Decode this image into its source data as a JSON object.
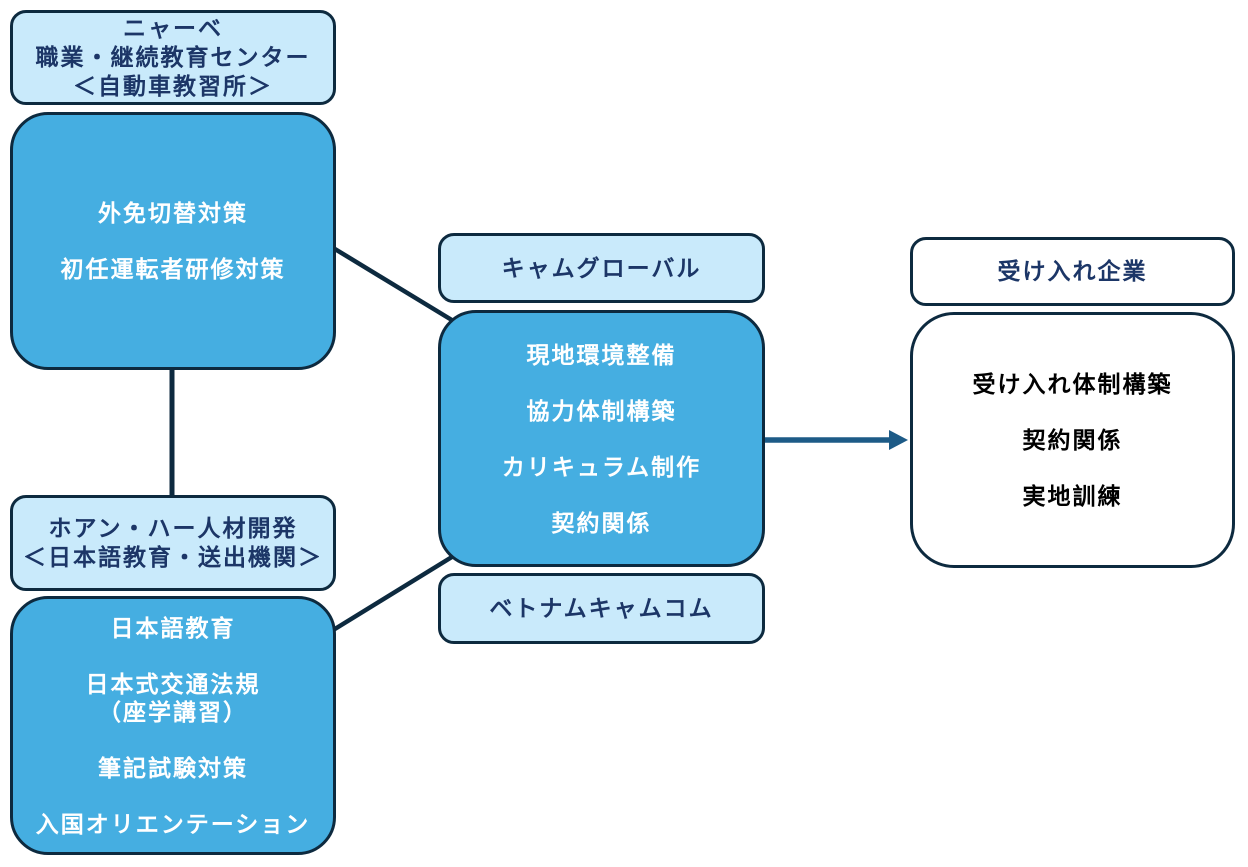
{
  "colors": {
    "box_fill_dark": "#45AEE1",
    "box_fill_light": "#C9EAFB",
    "box_fill_white": "#FFFFFF",
    "box_border": "#0D2A3F",
    "title_text": "#1C3667",
    "dark_box_text": "#FFFFFF",
    "white_box_text": "#000000",
    "arrow": "#1D5B87"
  },
  "nodes": {
    "nyabe_title": {
      "lines": [
        "ニャーベ",
        "職業・継続教育センター",
        "＜自動車教習所＞"
      ]
    },
    "nyabe_services": {
      "items": [
        "外免切替対策",
        "初任運転者研修対策"
      ]
    },
    "hoangha_title": {
      "lines": [
        "ホアン・ハー人材開発",
        "＜日本語教育・送出機関＞"
      ]
    },
    "hoangha_services": {
      "items": [
        "日本語教育",
        "日本式交通法規\n（座学講習）",
        "筆記試験対策",
        "入国オリエンテーション"
      ]
    },
    "camglobal_title": {
      "label": "キャムグローバル"
    },
    "cam_services": {
      "items": [
        "現地環境整備",
        "協力体制構築",
        "カリキュラム制作",
        "契約関係"
      ]
    },
    "vietnamcamcom_title": {
      "label": "ベトナムキャムコム"
    },
    "ukeire_title": {
      "label": "受け入れ企業"
    },
    "ukeire_services": {
      "items": [
        "受け入れ体制構築",
        "契約関係",
        "実地訓練"
      ]
    }
  }
}
